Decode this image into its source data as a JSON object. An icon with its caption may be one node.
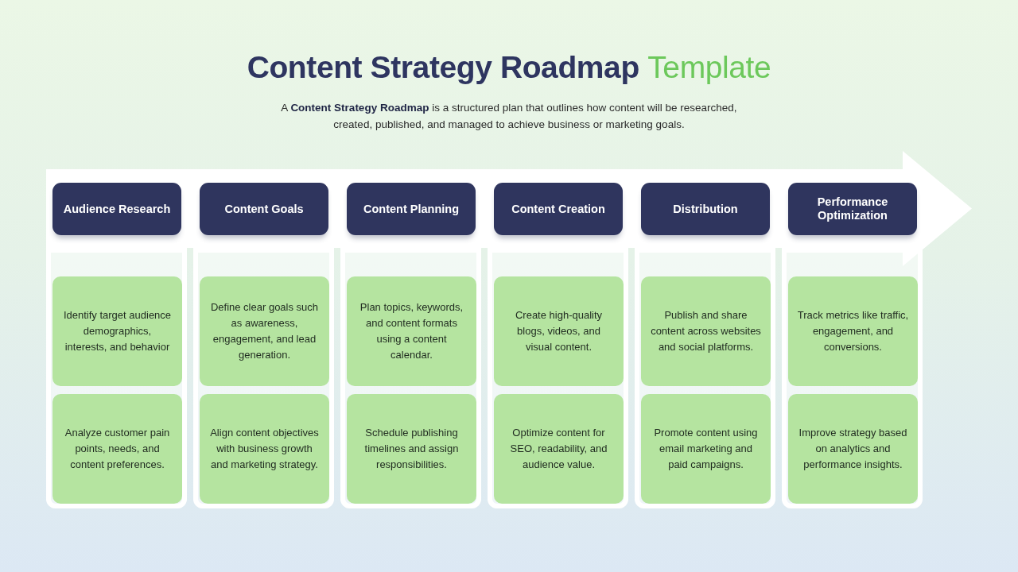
{
  "diagram": {
    "title": "Content Strategy Roadmap Template",
    "nodes": [
      {
        "text": [
          "Audience Research"
        ]
      },
      {
        "text": [
          "Content Goals"
        ]
      },
      {
        "text": [
          "Content Planning"
        ]
      },
      {
        "text": [
          "Content Creation"
        ]
      },
      {
        "text": [
          "Distribution"
        ]
      },
      {
        "text": [
          "Performance Optimization"
        ]
      },
      {
        "text": [],
        "shape": "box"
      },
      {
        "text": [
          "Identify target audience demographics, interests, and behavior"
        ],
        "in": 6
      },
      {
        "text": [
          "Analyze customer pain points, needs, and content preferences."
        ],
        "in": 6
      },
      {
        "text": [],
        "shape": "box"
      },
      {
        "text": [
          "Define clear goals such as awareness, engagement, and lead generation."
        ],
        "in": 9
      },
      {
        "text": [
          "Align content objectives with business growth and marketing strategy."
        ],
        "in": 9
      },
      {
        "text": [],
        "shape": "box"
      },
      {
        "text": [
          "Plan topics, keywords, and content formats using a content calendar."
        ],
        "in": 12
      },
      {
        "text": [
          "Schedule publishing timelines and assign responsibilities."
        ],
        "in": 12
      },
      {
        "text": [],
        "shape": "box"
      },
      {
        "text": [
          "Create high-quality blogs, videos, and visual content."
        ],
        "in": 15
      },
      {
        "text": [
          "Optimize content for SEO, readability, and audience value."
        ],
        "in": 15
      },
      {
        "text": [],
        "shape": "box"
      },
      {
        "text": [
          "Publish and share content across websites and social platforms."
        ],
        "in": 18
      },
      {
        "text": [
          "Promote content using email marketing and paid campaigns."
        ],
        "in": 18
      },
      {
        "text": [],
        "shape": "box"
      },
      {
        "text": [
          "Track metrics like traffic, engagement, and conversions."
        ],
        "in": 21
      },
      {
        "text": [
          "Improve strategy based on analytics and performance insights."
        ],
        "in": 21
      }
    ],
    "labels": [
      "A **Content Strategy Roadmap** is a structured plan that outlines how content will be researched, created, published, and managed to achieve business or marketing goals."
    ]
  }
}
